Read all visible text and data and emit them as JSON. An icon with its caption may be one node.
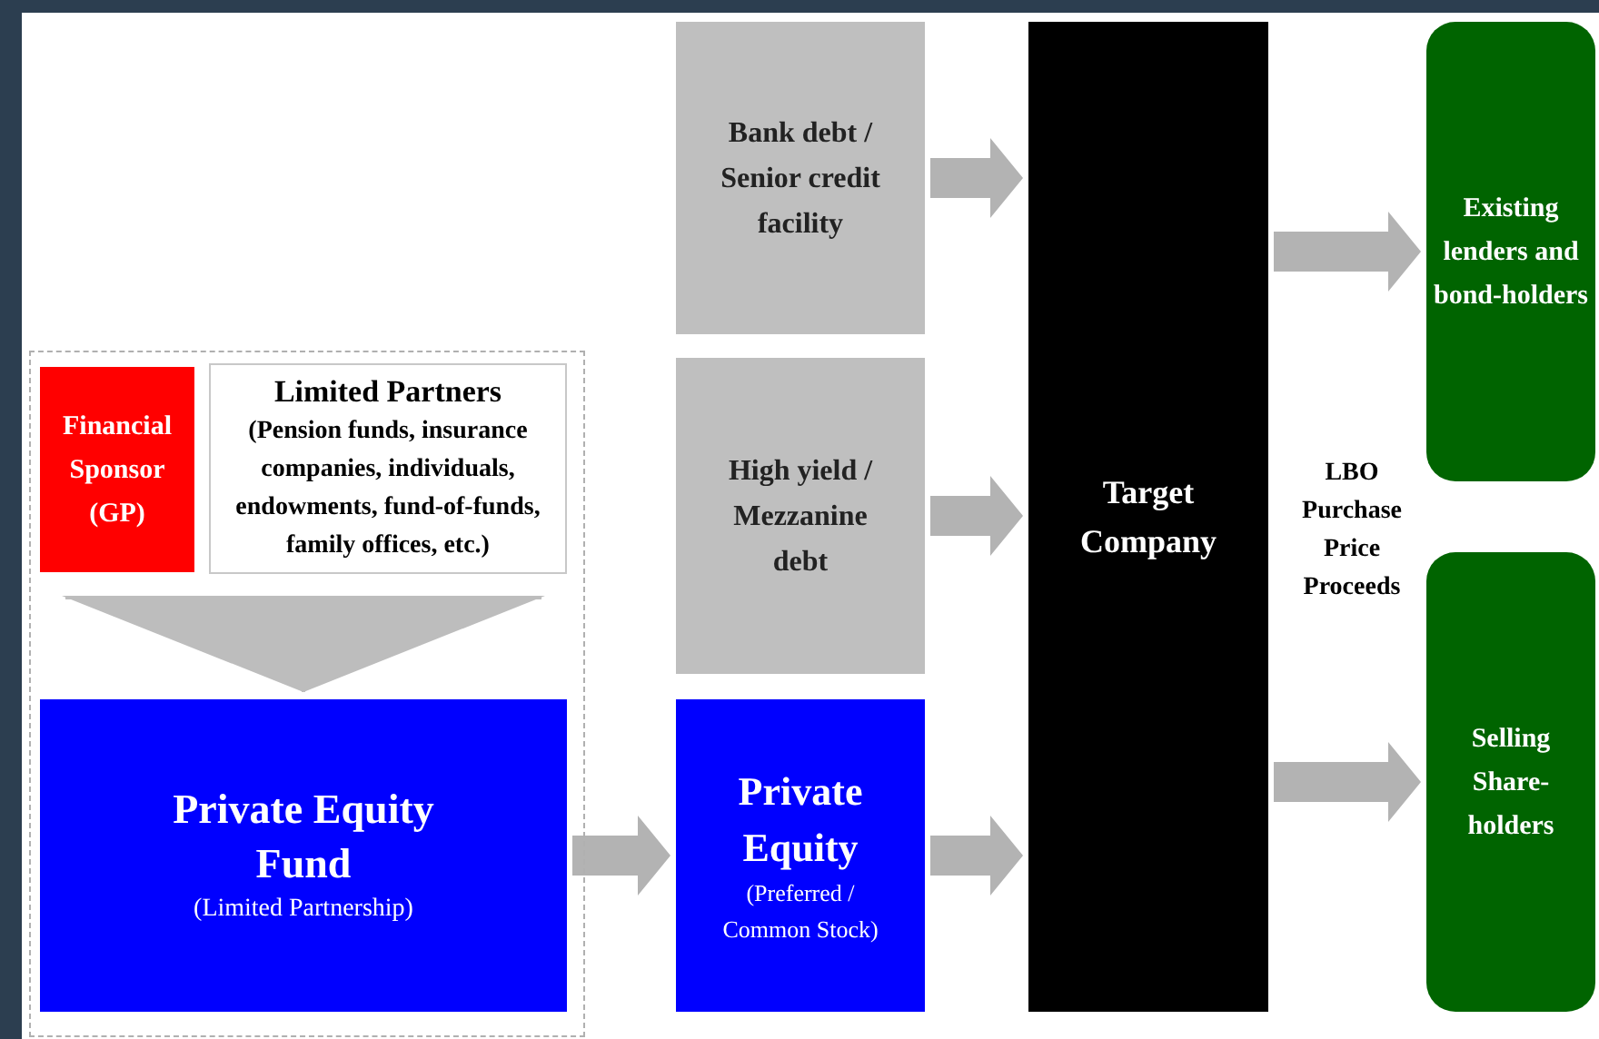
{
  "diagram": {
    "nodes": [
      {
        "text": [],
        "shape": "box"
      },
      {
        "text": [
          "Financial Sponsor (GP)"
        ],
        "in": 0
      },
      {
        "text": [
          "Limited Partners",
          "(Pension funds, insurance companies, individuals, endowments, fund-of-funds, family offices, etc.)"
        ],
        "in": 0
      },
      {
        "text": [
          "Private Equity Fund",
          "(Limited Partnership)"
        ],
        "in": 0
      },
      {
        "text": [
          "Bank debt / Senior credit facility"
        ]
      },
      {
        "text": [
          "High yield / Mezzanine debt"
        ]
      },
      {
        "text": [
          "Private Equity",
          "(Preferred / Common Stock)"
        ]
      },
      {
        "text": [
          "Target Company"
        ]
      },
      {
        "text": [
          "Existing lenders and bond-holders"
        ]
      },
      {
        "text": [
          "Selling Share-holders"
        ]
      }
    ],
    "edges": [
      {
        "from": 1,
        "to": 3,
        "arrow": "to"
      },
      {
        "from": 2,
        "to": 3,
        "arrow": "to"
      },
      {
        "from": 3,
        "to": 6,
        "arrow": "to"
      },
      {
        "from": 4,
        "to": 7,
        "arrow": "to"
      },
      {
        "from": 5,
        "to": 7,
        "arrow": "to"
      },
      {
        "from": 6,
        "to": 7,
        "arrow": "to"
      },
      {
        "from": 7,
        "to": 8,
        "arrow": "to"
      },
      {
        "from": 7,
        "to": 9,
        "arrow": "to"
      }
    ],
    "labels": [
      "LBO Purchase Price Proceeds"
    ]
  }
}
